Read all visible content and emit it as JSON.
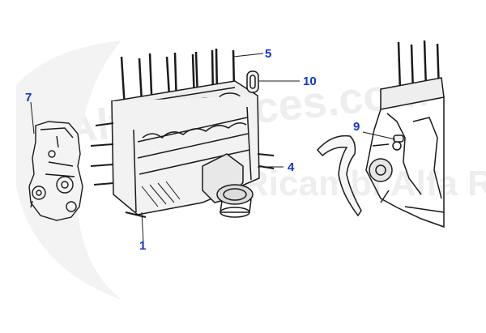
{
  "watermark": {
    "line1": "AlfaServices.com",
    "line2": "Ricambi Alfa Romeo"
  },
  "callouts": {
    "c1": "1",
    "c4": "4",
    "c5": "5",
    "c7": "7",
    "c9": "9",
    "c10": "10"
  },
  "colors": {
    "callout": "#1535c8",
    "line": "#1a1a1a",
    "watermark": "#eeeeee"
  }
}
